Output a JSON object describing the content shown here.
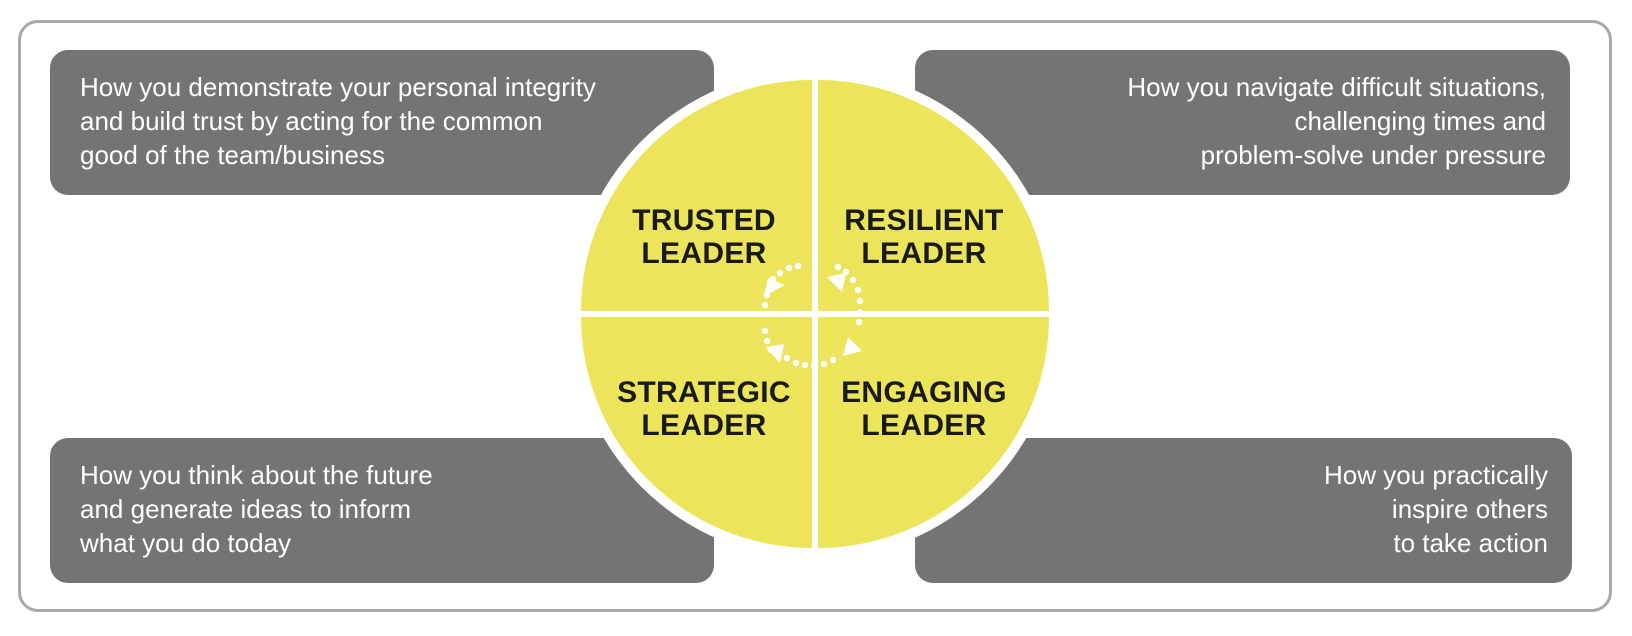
{
  "colors": {
    "box": "#757473",
    "wheel": "#ece45a",
    "frame": "#a8a8a8",
    "label": "#1a1a1a"
  },
  "quadrants": {
    "tl": {
      "l1": "TRUSTED",
      "l2": "LEADER"
    },
    "tr": {
      "l1": "RESILIENT",
      "l2": "LEADER"
    },
    "bl": {
      "l1": "STRATEGIC",
      "l2": "LEADER"
    },
    "br": {
      "l1": "ENGAGING",
      "l2": "LEADER"
    }
  },
  "boxes": {
    "tl": {
      "l1": "How you demonstrate your personal integrity",
      "l2": "and build trust by acting for the common",
      "l3": "good of the team/business"
    },
    "tr": {
      "l1": "How you navigate difficult situations,",
      "l2": "challenging times and",
      "l3": "problem-solve under pressure"
    },
    "bl": {
      "l1": "How you think about the future",
      "l2": "and generate ideas to inform",
      "l3": "what you do today"
    },
    "br": {
      "l1": "How you practically",
      "l2": "inspire others",
      "l3": "to take action"
    }
  }
}
